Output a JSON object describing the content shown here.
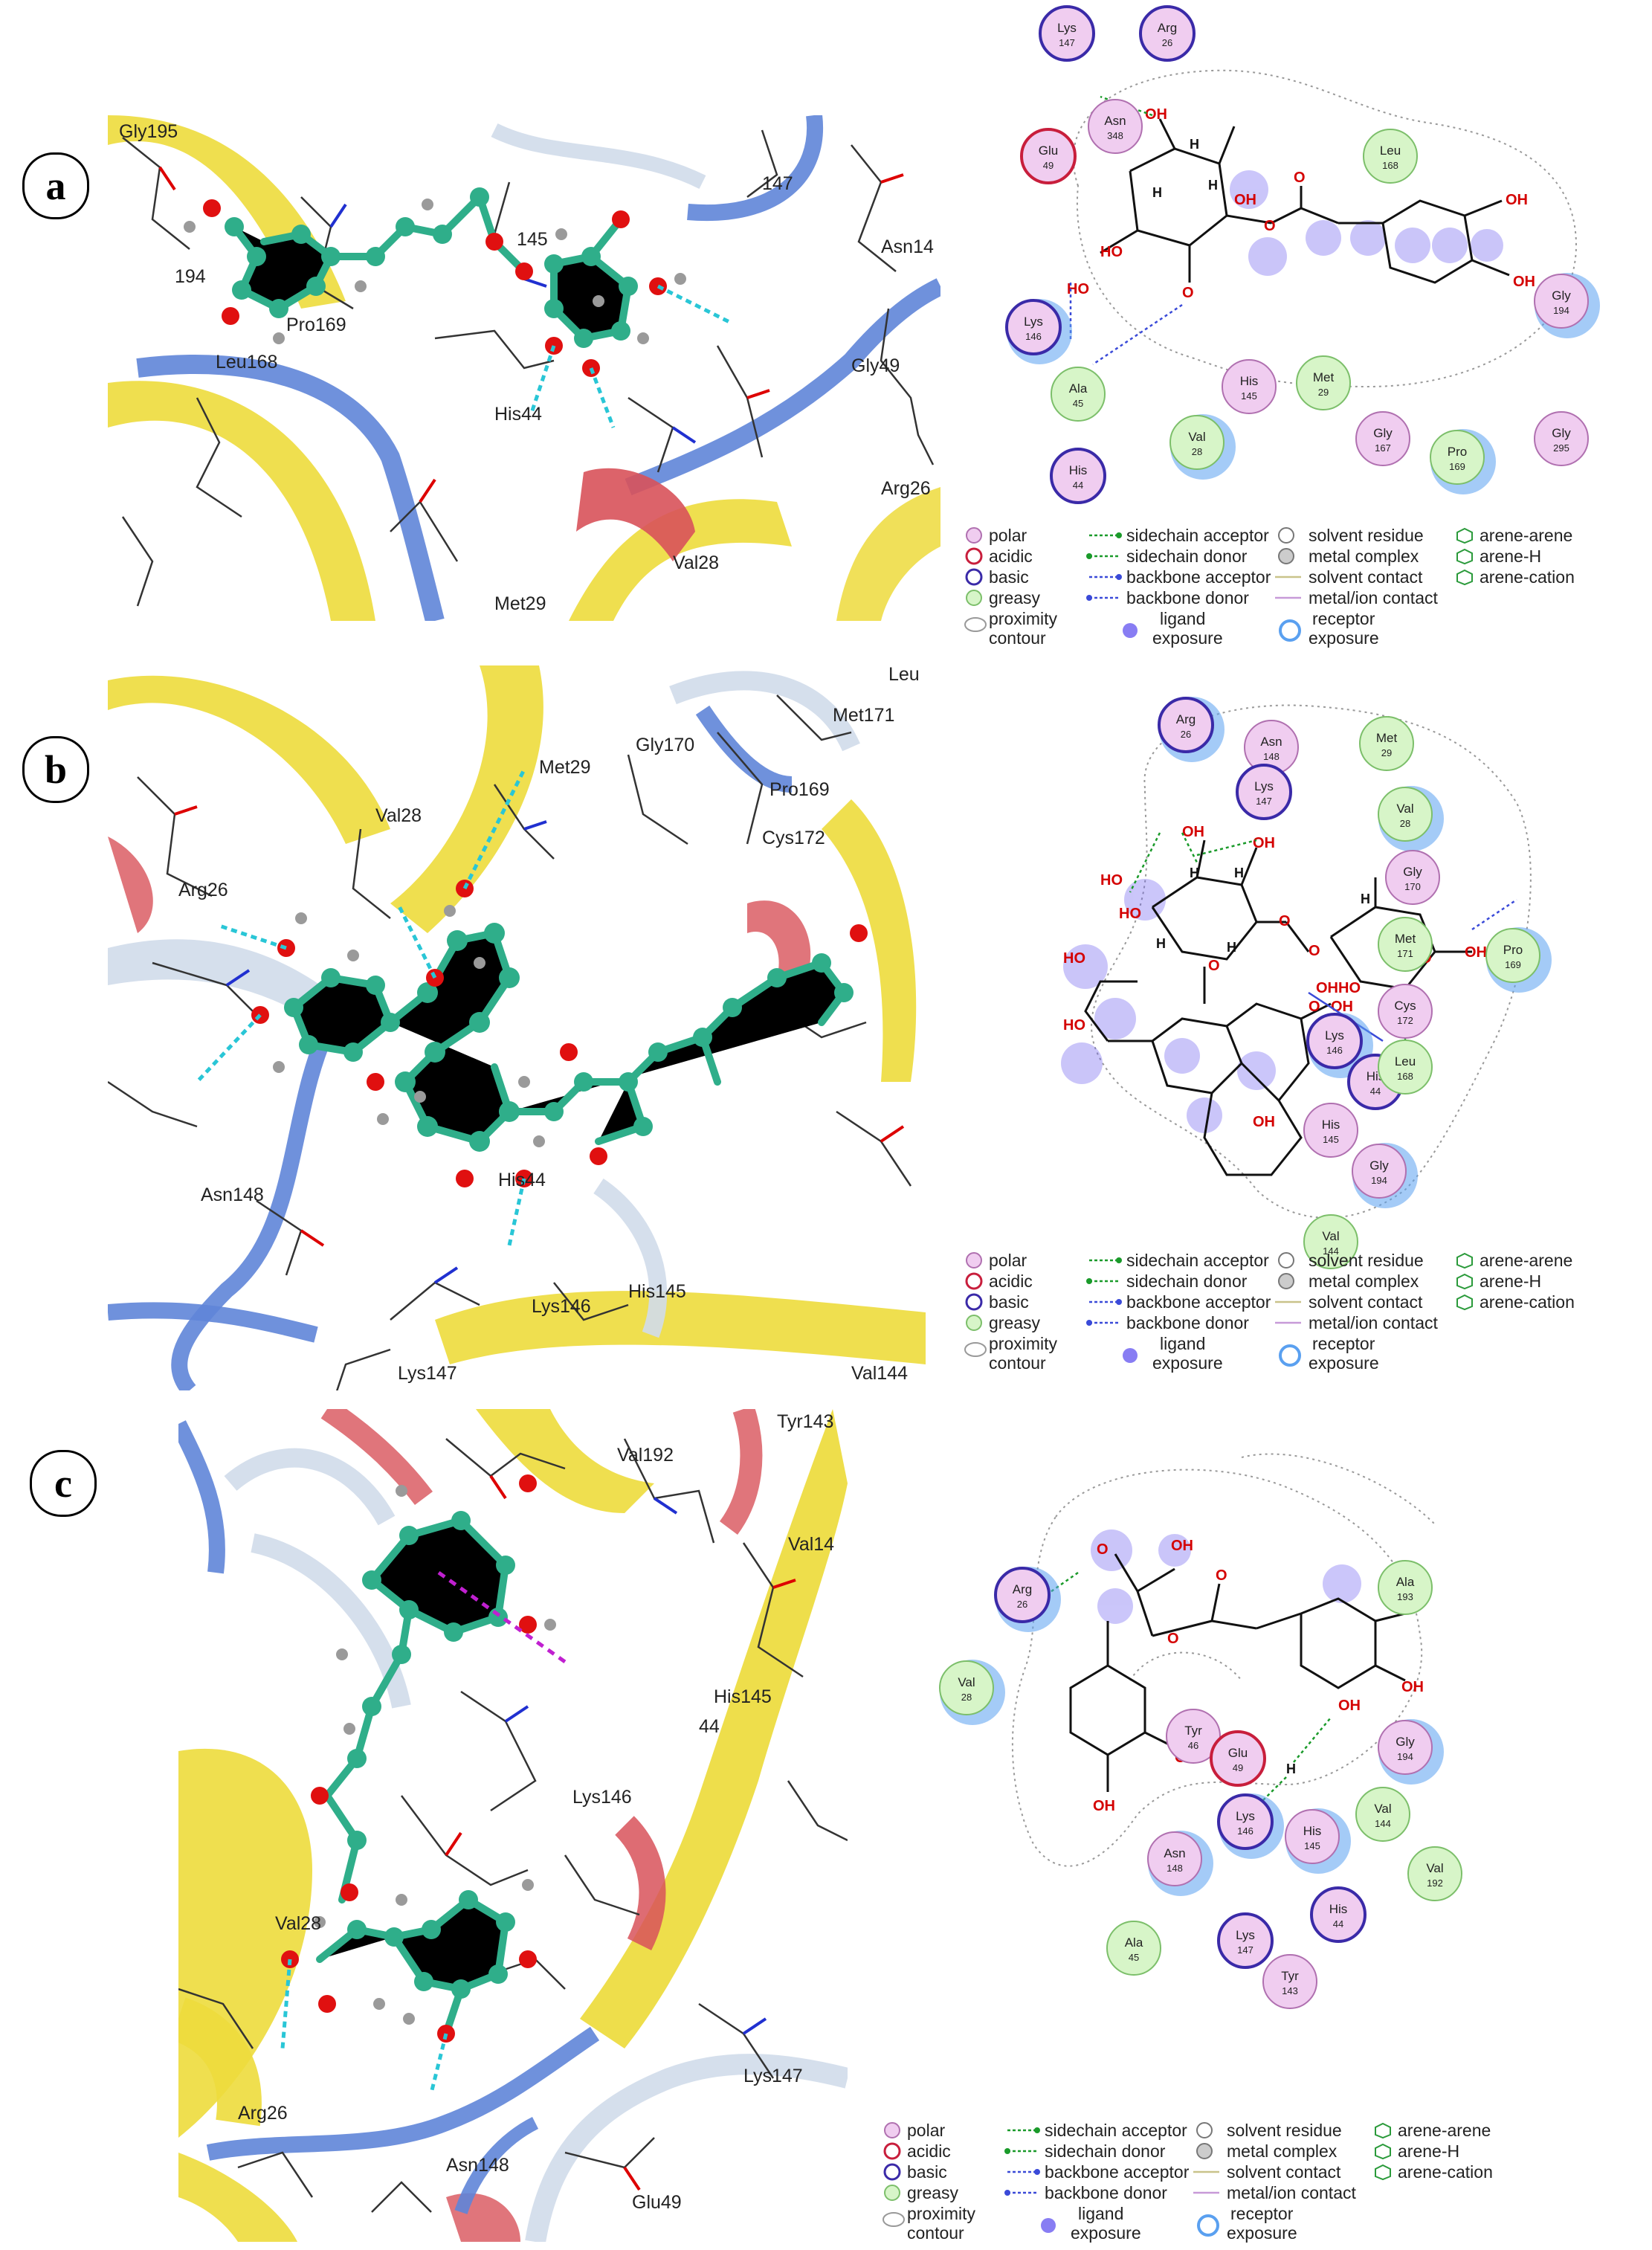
{
  "panels": [
    {
      "id": "a",
      "label": "a",
      "labels_3d": [
        "Gly195",
        "194",
        "Pro169",
        "Leu168",
        "His44",
        "145",
        "147",
        "Asn14",
        "Gly49",
        "Arg26",
        "Val28",
        "Met29"
      ],
      "residues": [
        {
          "name": "Lys",
          "num": "147",
          "type": "basic"
        },
        {
          "name": "Arg",
          "num": "26",
          "type": "basic"
        },
        {
          "name": "Asn",
          "num": "348",
          "type": "polar"
        },
        {
          "name": "Glu",
          "num": "49",
          "type": "acidic"
        },
        {
          "name": "Leu",
          "num": "168",
          "type": "greasy"
        },
        {
          "name": "Lys",
          "num": "146",
          "type": "basic"
        },
        {
          "name": "Gly",
          "num": "194",
          "type": "polar"
        },
        {
          "name": "Ala",
          "num": "45",
          "type": "greasy"
        },
        {
          "name": "His",
          "num": "145",
          "type": "polar"
        },
        {
          "name": "Met",
          "num": "29",
          "type": "greasy"
        },
        {
          "name": "Val",
          "num": "28",
          "type": "greasy"
        },
        {
          "name": "Gly",
          "num": "167",
          "type": "polar"
        },
        {
          "name": "Pro",
          "num": "169",
          "type": "greasy"
        },
        {
          "name": "Gly",
          "num": "295",
          "type": "polar"
        },
        {
          "name": "His",
          "num": "44",
          "type": "basic"
        }
      ]
    },
    {
      "id": "b",
      "label": "b",
      "labels_3d": [
        "Val28",
        "Met29",
        "Gly170",
        "Met171",
        "Pro169",
        "Cys172",
        "Arg26",
        "Asn148",
        "His44",
        "His145",
        "Lys146",
        "Lys147",
        "Val144",
        "Leu"
      ],
      "residues": [
        {
          "name": "Arg",
          "num": "26",
          "type": "basic"
        },
        {
          "name": "Asn",
          "num": "148",
          "type": "polar"
        },
        {
          "name": "Met",
          "num": "29",
          "type": "greasy"
        },
        {
          "name": "Lys",
          "num": "147",
          "type": "basic"
        },
        {
          "name": "Val",
          "num": "28",
          "type": "greasy"
        },
        {
          "name": "Gly",
          "num": "170",
          "type": "polar"
        },
        {
          "name": "Pro",
          "num": "169",
          "type": "greasy"
        },
        {
          "name": "Met",
          "num": "171",
          "type": "greasy"
        },
        {
          "name": "Lys",
          "num": "146",
          "type": "basic"
        },
        {
          "name": "His",
          "num": "44",
          "type": "basic"
        },
        {
          "name": "Cys",
          "num": "172",
          "type": "polar"
        },
        {
          "name": "Leu",
          "num": "168",
          "type": "greasy"
        },
        {
          "name": "His",
          "num": "145",
          "type": "polar"
        },
        {
          "name": "Gly",
          "num": "194",
          "type": "polar"
        },
        {
          "name": "Val",
          "num": "144",
          "type": "greasy"
        }
      ]
    },
    {
      "id": "c",
      "label": "c",
      "labels_3d": [
        "Val192",
        "Val14",
        "His145",
        "44",
        "Lys146",
        "Val28",
        "Arg26",
        "Asn148",
        "Glu49",
        "Lys147",
        "Tyr143"
      ],
      "residues": [
        {
          "name": "Arg",
          "num": "26",
          "type": "basic"
        },
        {
          "name": "Ala",
          "num": "193",
          "type": "greasy"
        },
        {
          "name": "Val",
          "num": "28",
          "type": "greasy"
        },
        {
          "name": "Tyr",
          "num": "46",
          "type": "polar"
        },
        {
          "name": "Glu",
          "num": "49",
          "type": "acidic"
        },
        {
          "name": "Gly",
          "num": "194",
          "type": "polar"
        },
        {
          "name": "Lys",
          "num": "146",
          "type": "basic"
        },
        {
          "name": "His",
          "num": "145",
          "type": "polar"
        },
        {
          "name": "Val",
          "num": "144",
          "type": "greasy"
        },
        {
          "name": "Val",
          "num": "192",
          "type": "greasy"
        },
        {
          "name": "Asn",
          "num": "148",
          "type": "polar"
        },
        {
          "name": "Ala",
          "num": "45",
          "type": "greasy"
        },
        {
          "name": "Lys",
          "num": "147",
          "type": "basic"
        },
        {
          "name": "His",
          "num": "44",
          "type": "basic"
        },
        {
          "name": "Tyr",
          "num": "143",
          "type": "polar"
        }
      ]
    }
  ],
  "legend": {
    "polar": "polar",
    "acidic": "acidic",
    "basic": "basic",
    "greasy": "greasy",
    "proximity": "proximity",
    "contour": "contour",
    "sidechain_acceptor": "sidechain acceptor",
    "sidechain_donor": "sidechain donor",
    "backbone_acceptor": "backbone acceptor",
    "backbone_donor": "backbone donor",
    "ligand": "ligand",
    "ligand_exposure": "exposure",
    "solvent_residue": "solvent residue",
    "metal_complex": "metal complex",
    "solvent_contact": "solvent contact",
    "metal_ion_contact": "metal/ion contact",
    "receptor": "receptor",
    "receptor_exposure": "exposure",
    "arene_arene": "arene-arene",
    "arene_h": "arene-H",
    "arene_cation": "arene-cation"
  },
  "atoms": {
    "oh": "OH",
    "o": "O",
    "h": "H",
    "hoho": "OHHO",
    "ho": "HO"
  },
  "colors": {
    "polar_fill": "#f0cdf0",
    "polar_stroke": "#b070b0",
    "acidic_stroke": "#c81e3c",
    "basic_stroke": "#3a2aa8",
    "greasy_fill": "#d7f5c8",
    "greasy_stroke": "#7cbf6a",
    "exposure": "#5aa0f0",
    "ligand_blob": "#6a5cf0",
    "ribbon_yellow": "#eddb3c",
    "ribbon_blue": "#5f85d8",
    "ribbon_red": "#d8525a",
    "ligand_carbon": "#2fae8a",
    "oxygen": "#e01010",
    "hbond": "#29c6d6",
    "sc_acceptor": "#1a9a2a",
    "bb_acceptor": "#3a4ad8"
  }
}
